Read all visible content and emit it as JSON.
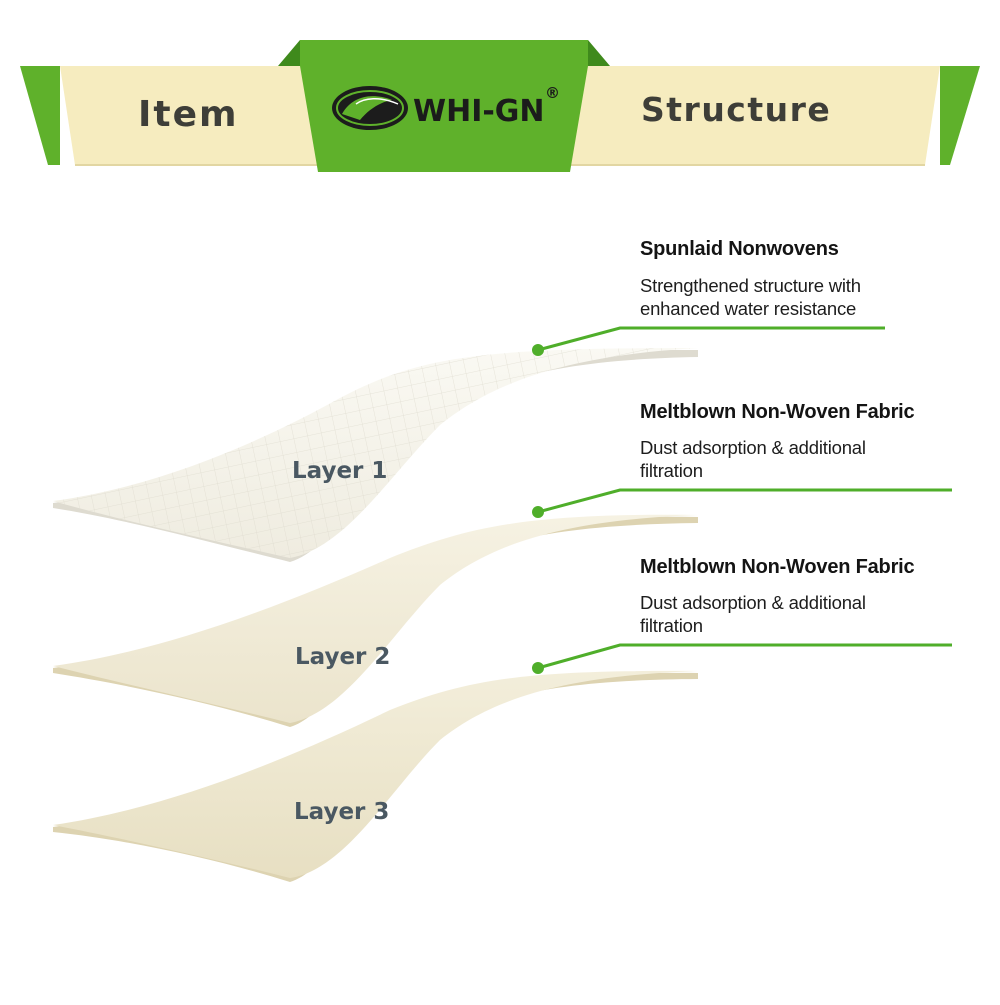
{
  "banner": {
    "left_label": "Item",
    "right_label": "Structure",
    "brand_name": "WHI-GN",
    "brand_mark": "®",
    "colors": {
      "green": "#5fb12b",
      "green_dark": "#3f8a1c",
      "cream": "#f6ecbf"
    }
  },
  "layers": [
    {
      "label": "Layer 1",
      "title": "Spunlaid Nonwovens",
      "description_lines": [
        "Strengthened structure with",
        "enhanced water resistance"
      ]
    },
    {
      "label": "Layer 2",
      "title": "Meltblown Non-Woven Fabric",
      "description_lines": [
        "Dust adsorption & additional",
        "filtration"
      ]
    },
    {
      "label": "Layer 3",
      "title": "Meltblown Non-Woven Fabric",
      "description_lines": [
        "Dust adsorption & additional",
        "filtration"
      ]
    }
  ],
  "colors": {
    "callout_green": "#4fae2a",
    "layer_top": "#f5f3ea",
    "layer_mid": "#efead8",
    "layer_bottom": "#eae3c9",
    "label_color": "#4a5862"
  }
}
